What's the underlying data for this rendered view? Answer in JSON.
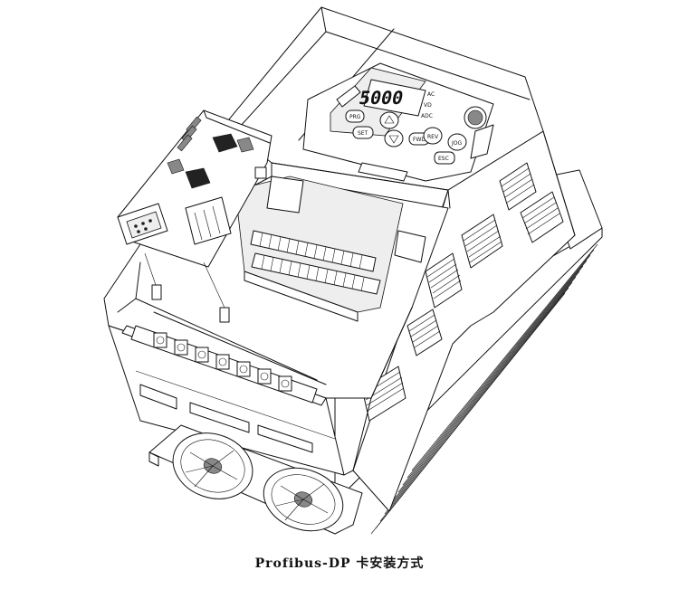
{
  "figure": {
    "caption": "Profibus-DP 卡安装方式",
    "keypad": {
      "display_text": "5000",
      "indicator_labels": [
        "AC",
        "VD",
        "ADC"
      ],
      "keys": [
        "PRG",
        "SET",
        "JOG",
        "FWD",
        "REV",
        "ESC"
      ]
    }
  }
}
